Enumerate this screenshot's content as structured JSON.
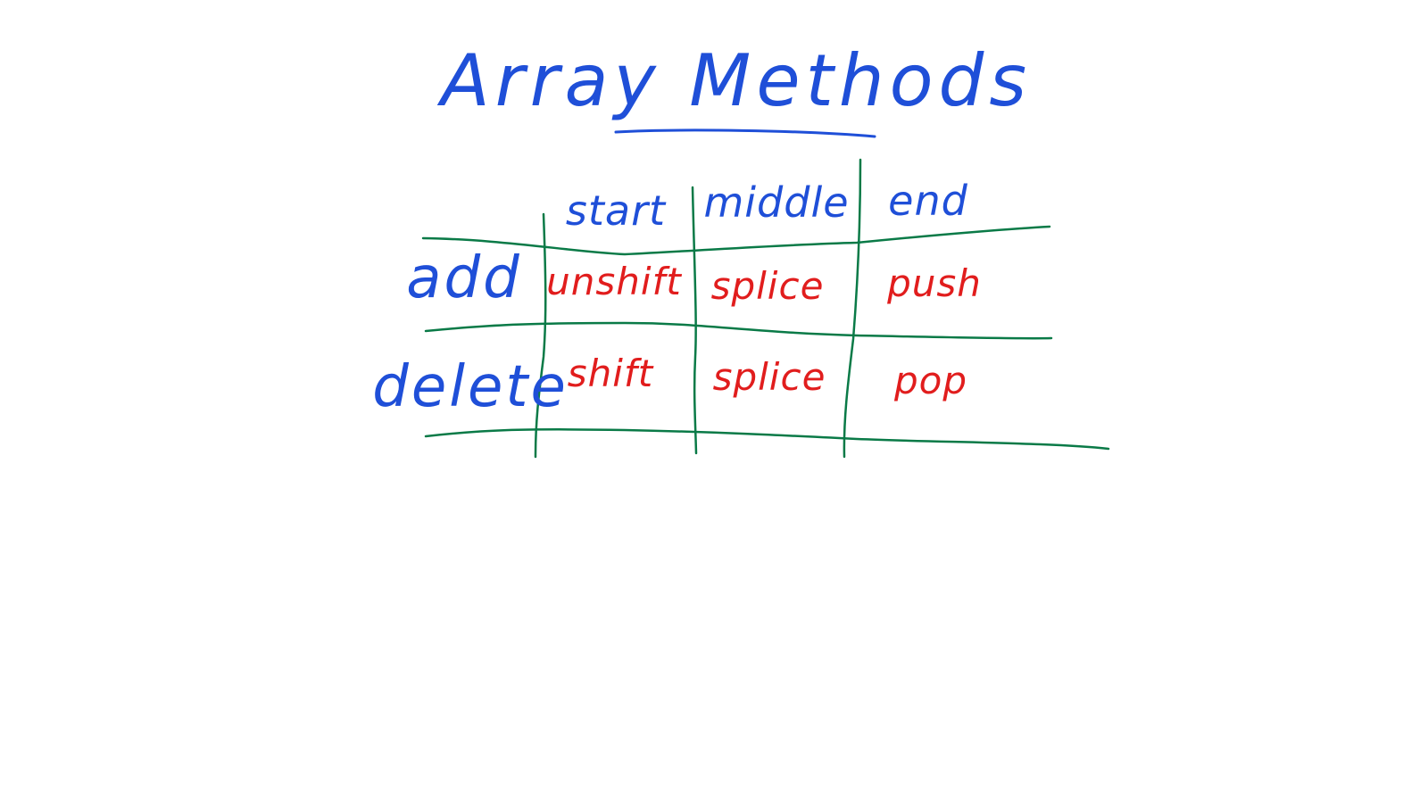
{
  "title": "Array Methods",
  "columns": [
    "start",
    "middle",
    "end"
  ],
  "rows": [
    {
      "label": "add",
      "cells": [
        "unshift",
        "splice",
        "push"
      ]
    },
    {
      "label": "delete",
      "cells": [
        "shift",
        "splice",
        "pop"
      ]
    }
  ],
  "colors": {
    "ink_blue": "#1f4fd8",
    "ink_red": "#e11d1d",
    "ink_green": "#0a7a47",
    "background": "#ffffff"
  }
}
